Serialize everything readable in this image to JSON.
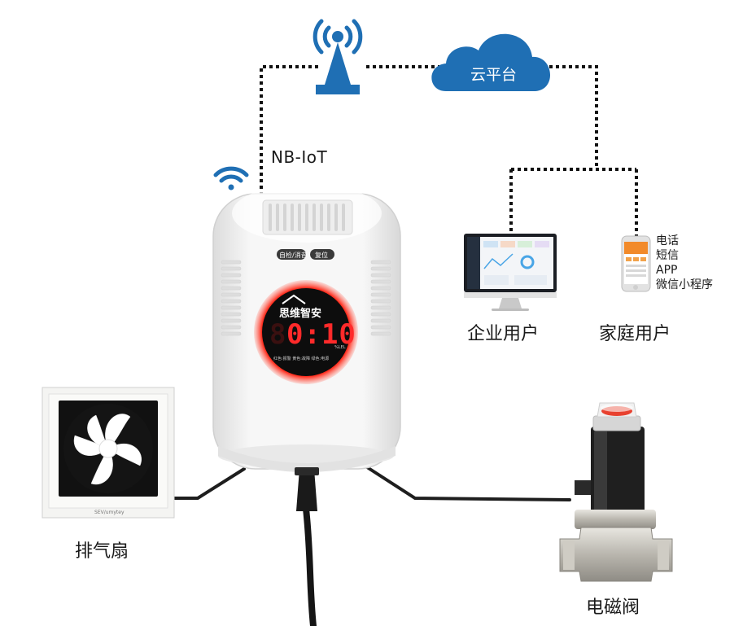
{
  "labels": {
    "cloud": "云平台",
    "nbiot": "NB-IoT",
    "enterprise": "企业用户",
    "family": "家庭用户",
    "fan": "排气扇",
    "valve": "电磁阀"
  },
  "notify_methods": [
    "电话",
    "短信",
    "APP",
    "微信小程序"
  ],
  "device": {
    "brand": "思维智安",
    "btn_left": "自检/消音",
    "btn_right": "复位",
    "display": "0:10",
    "display_off_digit": "8",
    "unit": "%LEL",
    "indicator_legend": "红色:报警   黄色:故障   绿色:电源"
  },
  "fan_brand": "SEV/umytey",
  "colors": {
    "cloud": "#1f6fb4",
    "antenna": "#1f6fb4",
    "wifi": "#1f6fb4",
    "ring": "#ff3a2f",
    "digits": "#ff2a2a",
    "link": "#111111"
  }
}
